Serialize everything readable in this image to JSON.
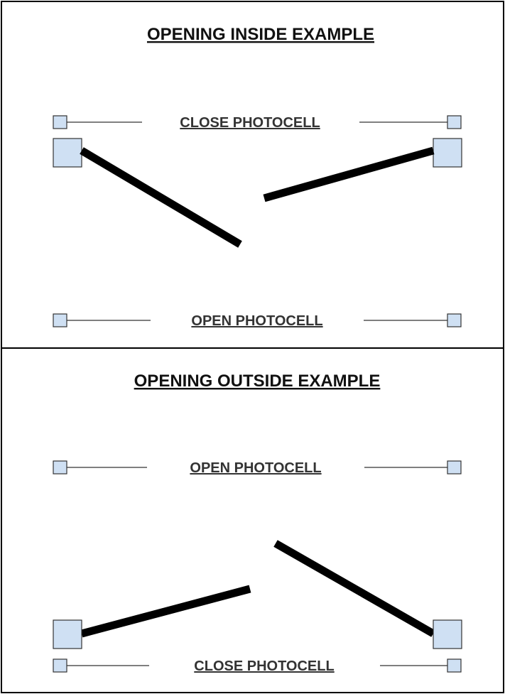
{
  "panels": [
    {
      "title": "OPENING INSIDE EXAMPLE",
      "top_label": "CLOSE PHOTOCELL",
      "bottom_label": "OPEN PHOTOCELL"
    },
    {
      "title": "OPENING OUTSIDE EXAMPLE",
      "top_label": "OPEN PHOTOCELL",
      "bottom_label": "CLOSE PHOTOCELL"
    }
  ],
  "colors": {
    "sensor_fill": "#cfe0f3",
    "post_fill": "#cfe0f3",
    "gate_leaf": "#000000",
    "outline": "#333333"
  }
}
